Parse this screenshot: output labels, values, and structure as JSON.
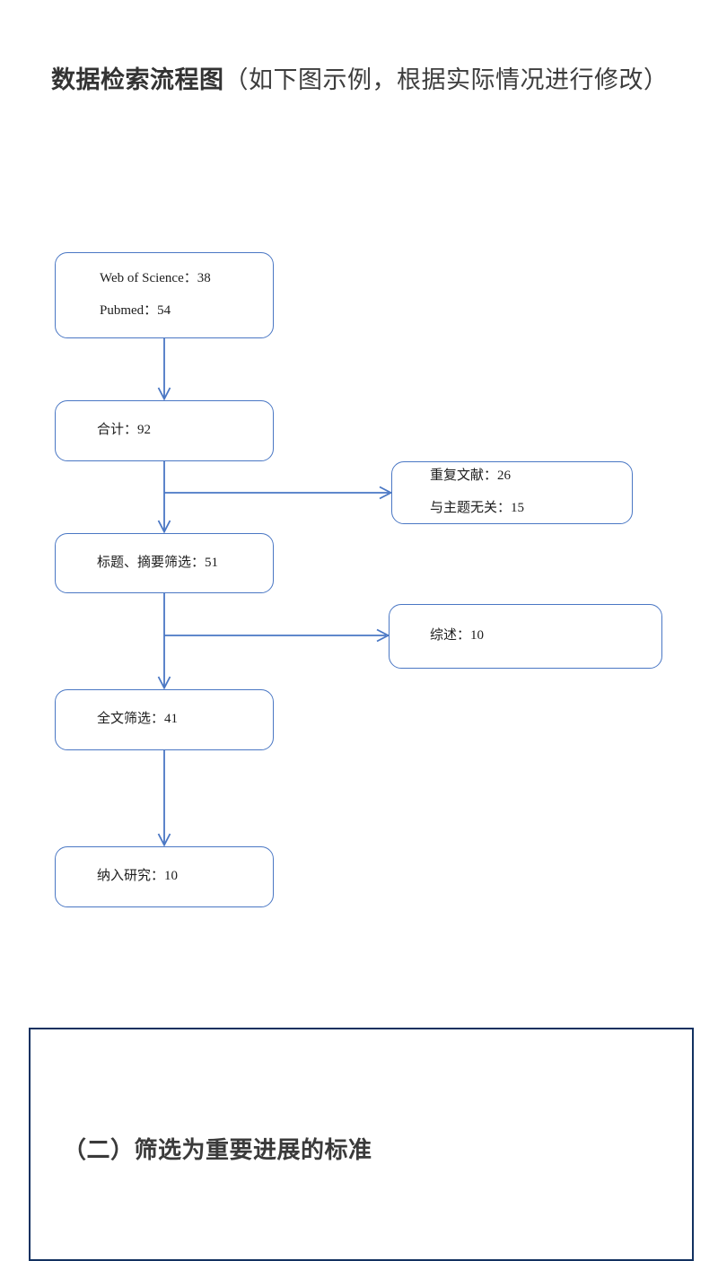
{
  "heading": {
    "bold_part": "数据检索流程图",
    "rest_part": "（如下图示例，根据实际情况进行修改）"
  },
  "flowchart": {
    "accent_color": "#4a77c4",
    "nodes": {
      "sources": {
        "line1": "Web of Science：38",
        "line2": "Pubmed：54"
      },
      "total": {
        "line1": "合计：92"
      },
      "excluded_1": {
        "line1": "重复文献：26",
        "line2": "与主题无关：15"
      },
      "title_abstract": {
        "line1": "标题、摘要筛选：51"
      },
      "excluded_2": {
        "line1": "综述：10"
      },
      "fulltext": {
        "line1": "全文筛选：41"
      },
      "included": {
        "line1": "纳入研究：10"
      }
    }
  },
  "bottom_section": {
    "border_color": "#123160",
    "heading": "（二）筛选为重要进展的标准"
  }
}
